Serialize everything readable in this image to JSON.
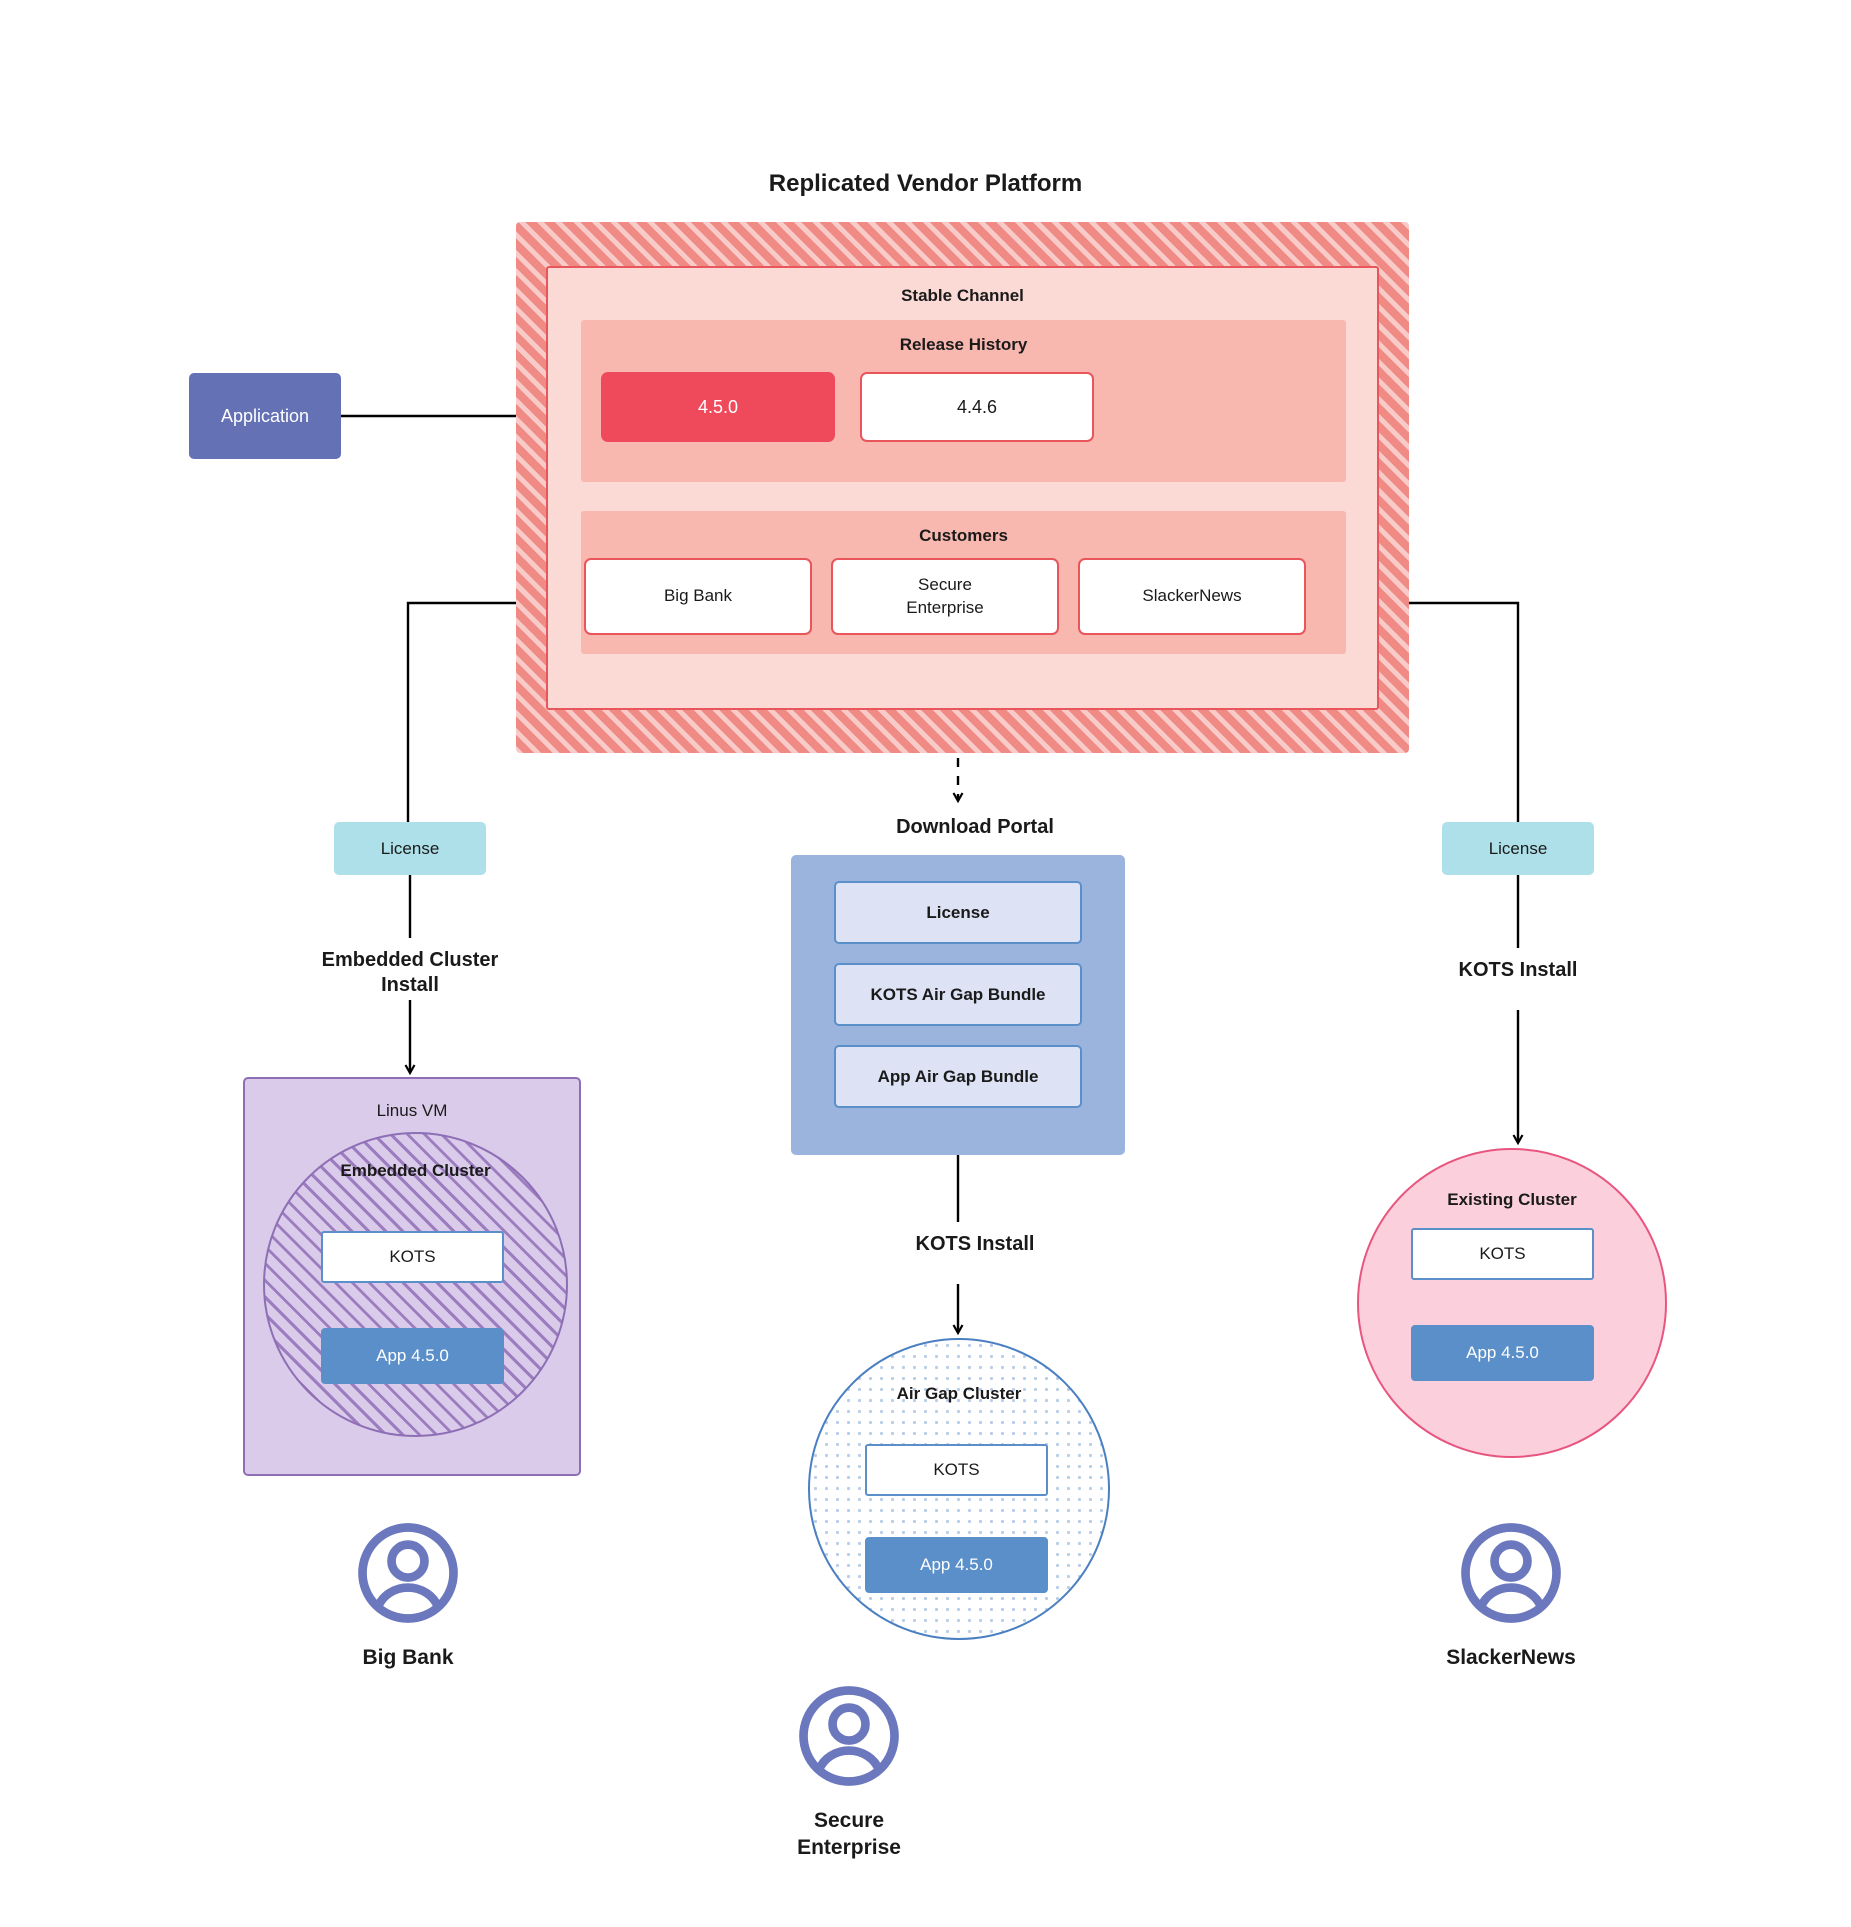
{
  "diagram": {
    "platform": {
      "title": "Replicated Vendor Platform",
      "channel_title": "Stable Channel",
      "release_history_title": "Release History",
      "releases": [
        {
          "version": "4.5.0",
          "state": "current"
        },
        {
          "version": "4.4.6",
          "state": "prior"
        }
      ],
      "customers_title": "Customers",
      "customers": [
        {
          "name": "Big Bank"
        },
        {
          "name": "Secure\nEnterprise"
        },
        {
          "name": "SlackerNews"
        }
      ]
    },
    "application_node": {
      "label": "Application"
    },
    "licenses": [
      {
        "id": "license-left",
        "label": "License"
      },
      {
        "id": "license-right",
        "label": "License"
      }
    ],
    "flows": {
      "embedded_cluster_install": "Embedded Cluster\nInstall",
      "kots_install_right": "KOTS Install",
      "kots_install_center": "KOTS Install"
    },
    "download_portal": {
      "title": "Download  Portal",
      "items": [
        {
          "label": "License"
        },
        {
          "label": "KOTS Air Gap Bundle"
        },
        {
          "label": "App Air Gap Bundle"
        }
      ]
    },
    "linux_vm": {
      "title": "Linus VM",
      "embedded_cluster_title": "Embedded Cluster",
      "kots_label": "KOTS",
      "app_label": "App 4.5.0"
    },
    "air_gap_cluster": {
      "title": "Air Gap Cluster",
      "kots_label": "KOTS",
      "app_label": "App 4.5.0"
    },
    "existing_cluster": {
      "title": "Existing Cluster",
      "kots_label": "KOTS",
      "app_label": "App 4.5.0"
    },
    "end_users": [
      {
        "name": "Big Bank",
        "icon": "user-avatar-icon"
      },
      {
        "name": "Secure\nEnterprise",
        "icon": "user-avatar-icon"
      },
      {
        "name": "SlackerNews",
        "icon": "user-avatar-icon"
      }
    ],
    "colors": {
      "platform_hatch": "#f08a85",
      "channel_bg": "#fbd9d5",
      "inner_panel_bg": "#f8b8b0",
      "release_border": "#e8555b",
      "current_release": "#ef4a5c",
      "application_node": "#6471b5",
      "license_chip": "#ade0e8",
      "download_portal": "#9bb4de",
      "portal_item": "#dde3f5",
      "kots_border": "#5b8fc9",
      "app_box": "#5b8fc9",
      "linux_vm": "#d9cbe9",
      "linux_vm_border": "#8e6fb5",
      "existing_cluster": "#fbd0dc",
      "existing_cluster_border": "#e8557f",
      "air_gap_border": "#4a7fc1",
      "connector": "#000000",
      "avatar": "#6b78bd"
    }
  }
}
